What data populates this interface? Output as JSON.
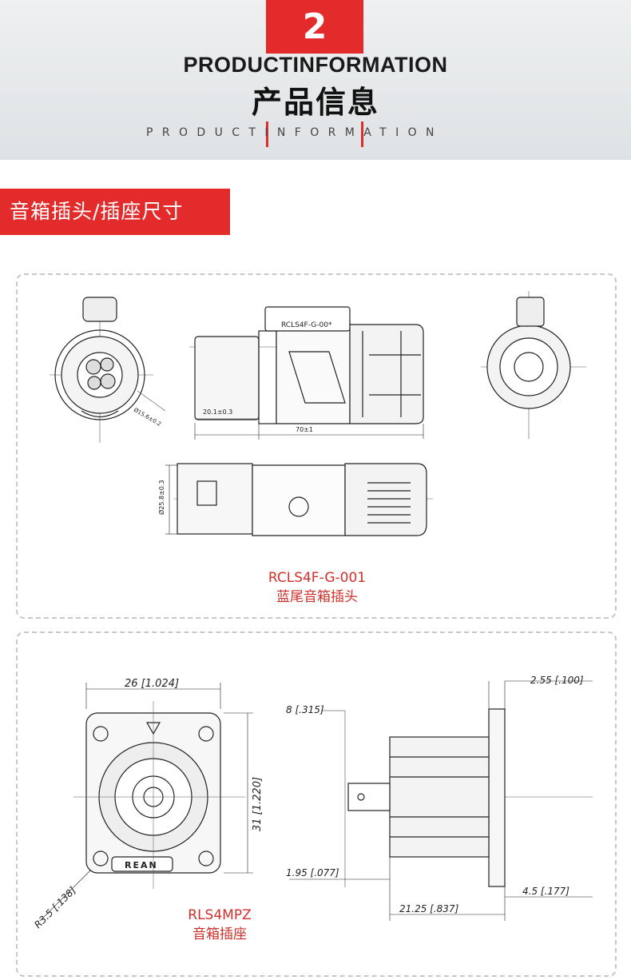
{
  "header": {
    "number": "2",
    "title_en": "PRODUCTINFORMATION",
    "title_cn": "产品信息",
    "subtitle_spaced": "PRODUCTINFORMATION"
  },
  "section": {
    "title": "音箱插头/插座尺寸"
  },
  "plug": {
    "model": "RCLS4F-G-001",
    "name_cn": "蓝尾音箱插头",
    "body_label": "RCLS4F-G-00*",
    "dims": {
      "dim_20": "20.1±0.3",
      "dim_70": "70±1",
      "dim_diam": "Ø25.8±0.3",
      "dim_circle": "Ø15.6±0.2"
    }
  },
  "socket": {
    "model": "RLS4MPZ",
    "name_cn": "音箱插座",
    "brand": "REAN",
    "dims": {
      "width": "26 [1.024]",
      "height": "31 [1.220]",
      "radius": "R3.5 [.138]",
      "depth_8": "8 [.315]",
      "flange": "2.55 [.100]",
      "d_195": "1.95 [.077]",
      "d_45": "4.5 [.177]",
      "d_2125": "21.25 [.837]"
    }
  },
  "colors": {
    "accent": "#e32b2b",
    "caption": "#d0302b"
  }
}
